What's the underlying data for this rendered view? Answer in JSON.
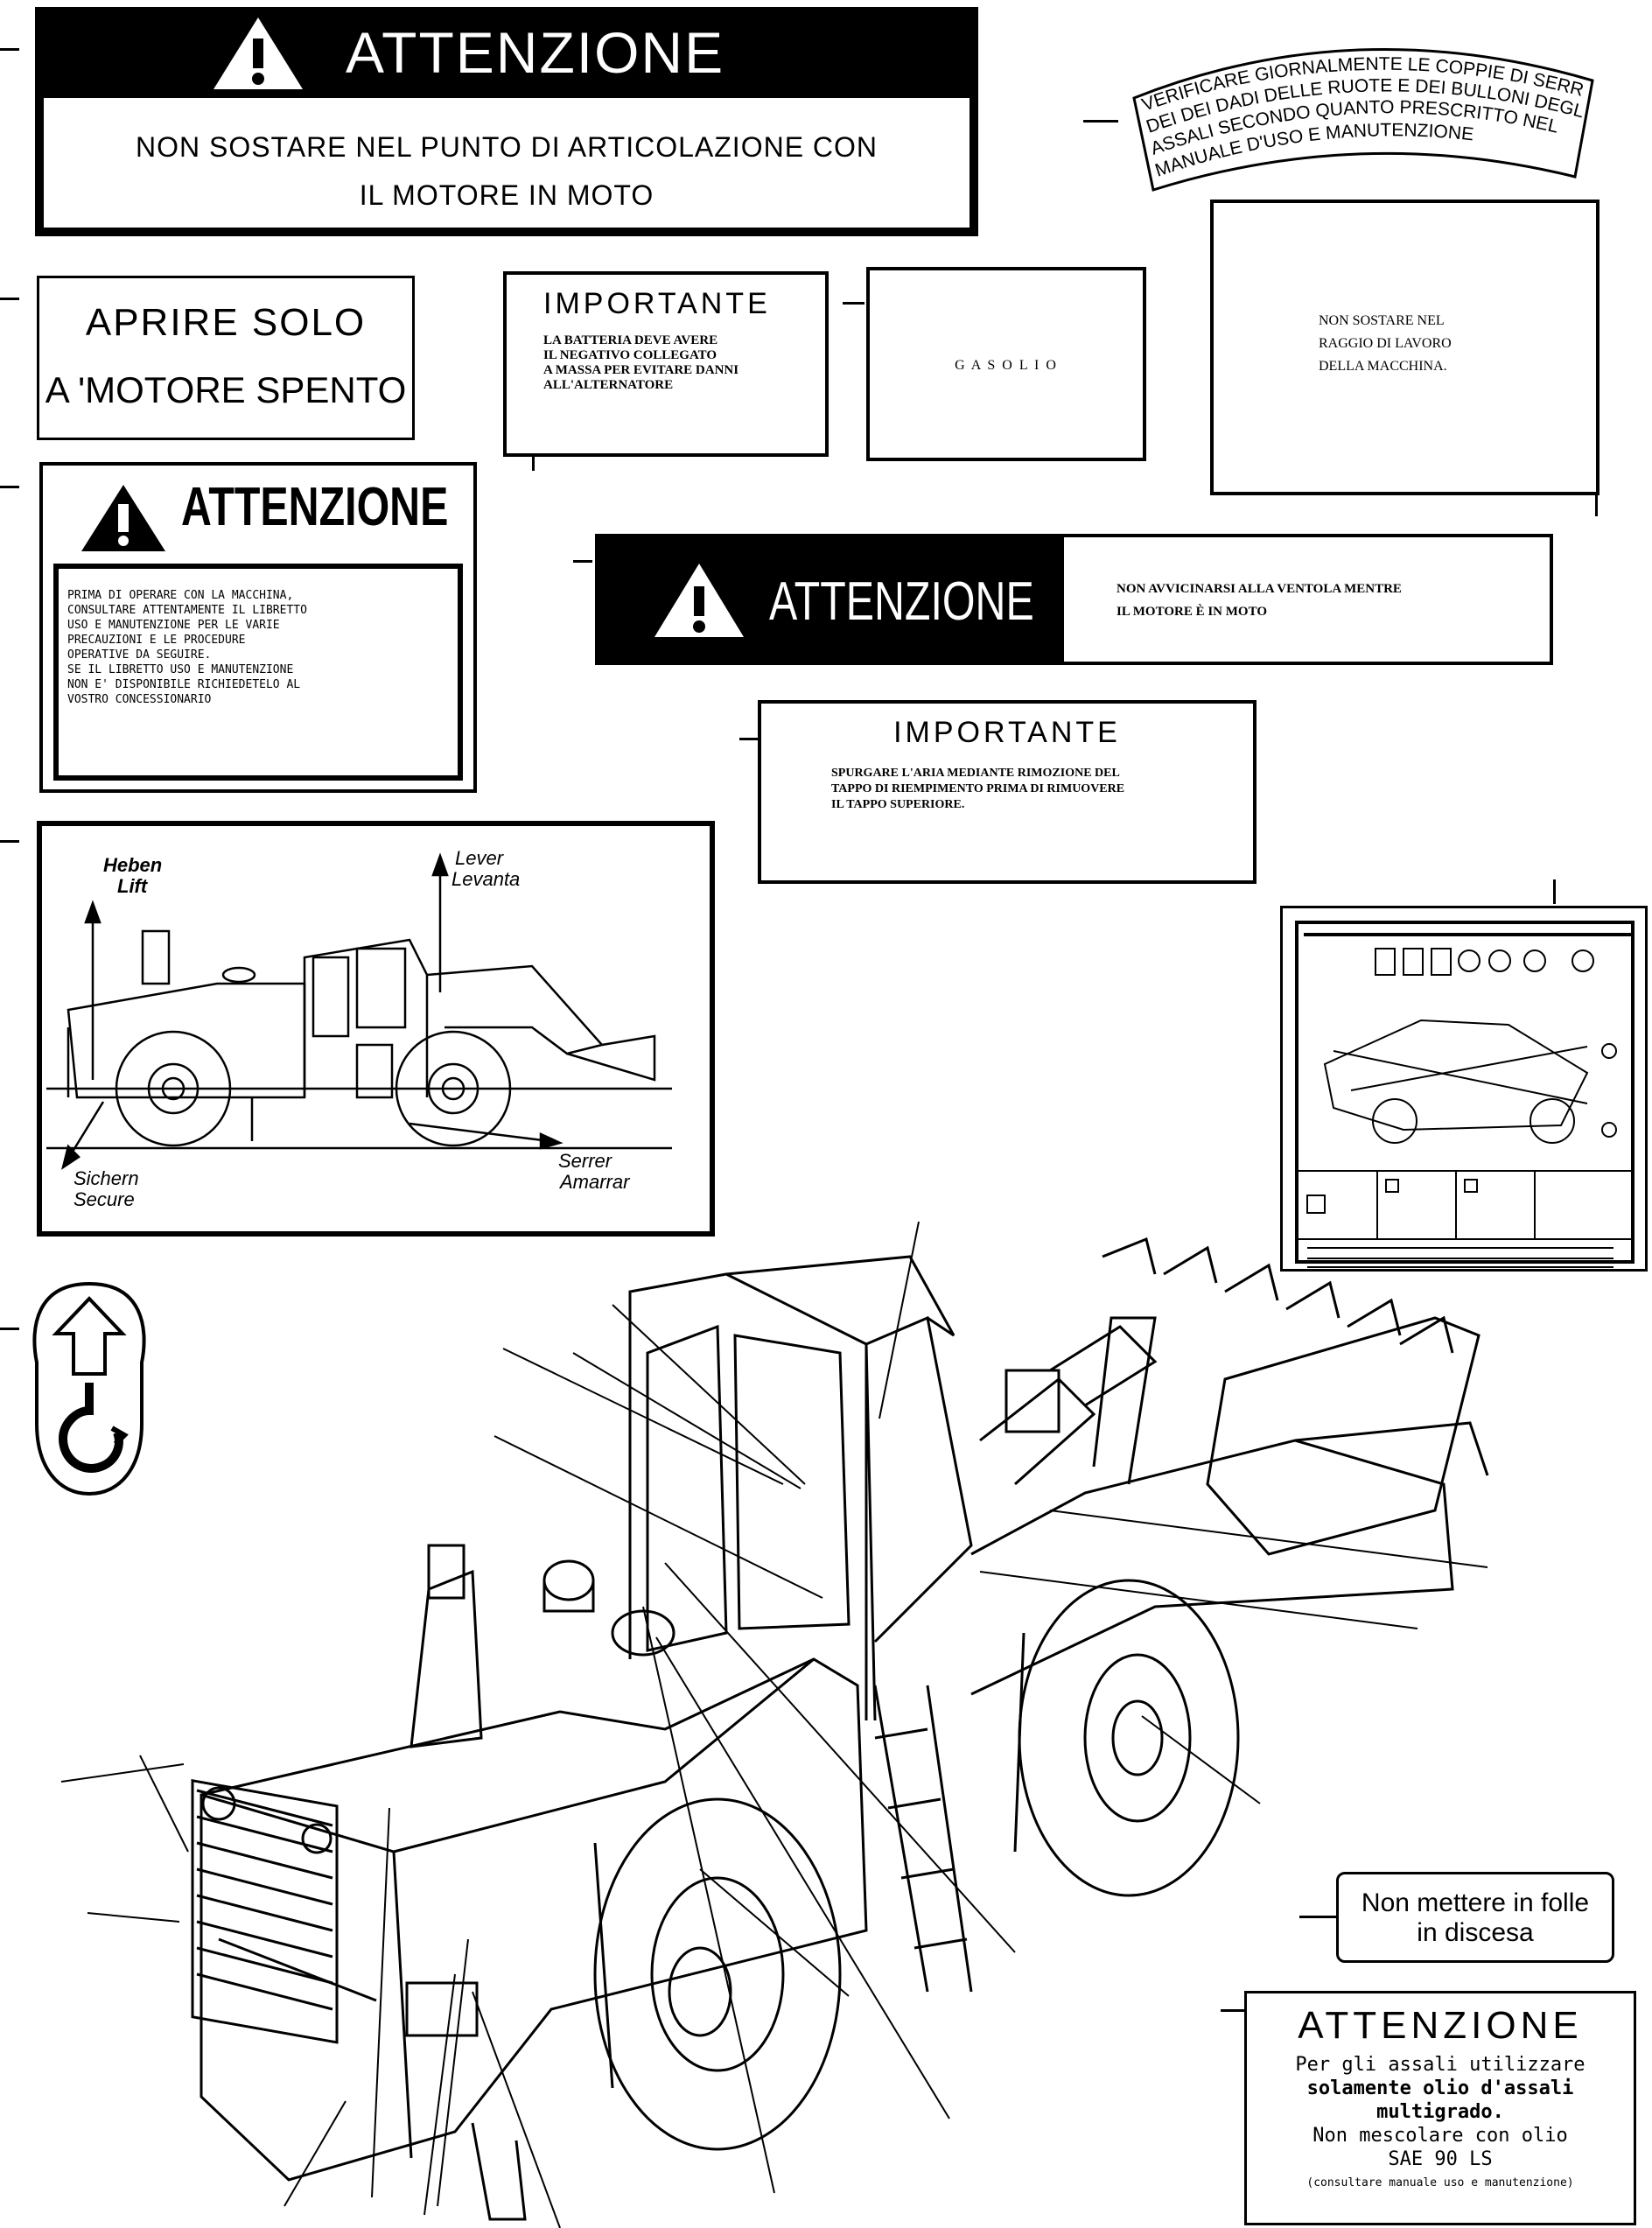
{
  "label_1": {
    "header": "ATTENZIONE",
    "line1": "NON SOSTARE NEL PUNTO DI ARTICOLAZIONE CON",
    "line2": "IL MOTORE IN MOTO"
  },
  "label_2": {
    "line1": "VERIFICARE GIORNALMENTE LE COPPIE DI SERRAGGIO",
    "line2": "DEI DEI DADI DELLE RUOTE E DEI BULLONI DEGLI",
    "line3": "ASSALI SECONDO QUANTO PRESCRITTO NEL",
    "line4": "MANUALE D'USO E MANUTENZIONE"
  },
  "label_3": {
    "line1": "APRIRE  SOLO",
    "line2": "A 'MOTORE SPENTO"
  },
  "label_4": {
    "header": "IMPORTANTE",
    "line1": "LA BATTERIA DEVE AVERE",
    "line2": "IL NEGATIVO COLLEGATO",
    "line3": "A MASSA PER EVITARE DANNI",
    "line4": "ALL'ALTERNATORE"
  },
  "label_5": {
    "text": "G A S O L I O"
  },
  "label_6": {
    "line1": "NON SOSTARE NEL",
    "line2": "RAGGIO DI LAVORO",
    "line3": "DELLA MACCHINA."
  },
  "label_7": {
    "header": "ATTENZIONE",
    "line1": "PRIMA DI OPERARE CON LA MACCHINA,",
    "line2": "CONSULTARE ATTENTAMENTE IL LIBRETTO",
    "line3": "USO E MANUTENZIONE PER LE VARIE",
    "line4": "PRECAUZIONI E LE PROCEDURE",
    "line5": "OPERATIVE DA SEGUIRE.",
    "line6": "SE IL LIBRETTO USO E MANUTENZIONE",
    "line7": "NON E' DISPONIBILE RICHIEDETELO AL",
    "line8": "VOSTRO CONCESSIONARIO"
  },
  "label_8": {
    "header": "ATTENZIONE",
    "line1": "NON AVVICINARSI ALLA VENTOLA MENTRE",
    "line2": "IL MOTORE È IN MOTO"
  },
  "label_9": {
    "header": "IMPORTANTE",
    "line1": "SPURGARE L'ARIA MEDIANTE RIMOZIONE DEL",
    "line2": "TAPPO DI RIEMPIMENTO PRIMA DI RIMUOVERE",
    "line3": "IL TAPPO SUPERIORE."
  },
  "label_10": {
    "heben": "Heben",
    "lift": "Lift",
    "lever": "Lever",
    "levanta": "Levanta",
    "sichern": "Sichern",
    "secure": "Secure",
    "serrer": "Serrer",
    "amarrar": "Amarrar"
  },
  "label_13": {
    "line1": "Non mettere in folle",
    "line2": "in discesa"
  },
  "label_14": {
    "header": "ATTENZIONE",
    "line1": "Per gli assali utilizzare",
    "line2": "solamente olio d'assali",
    "line3": "multigrado.",
    "line4": "Non mescolare con olio",
    "line5": "SAE 90 LS",
    "line6": "(consultare manuale uso e manutenzione)"
  }
}
